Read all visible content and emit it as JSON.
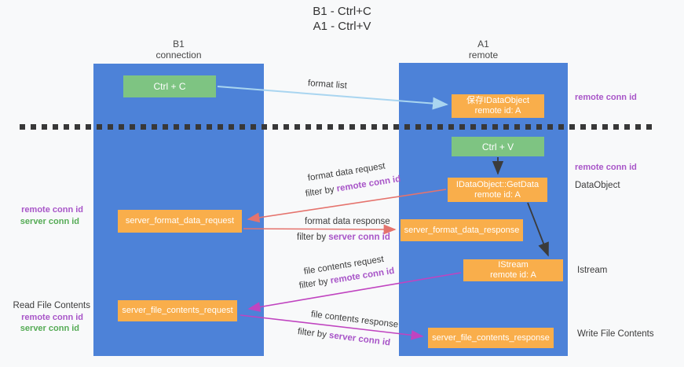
{
  "title": {
    "line1": "B1 - Ctrl+C",
    "line2": "A1 - Ctrl+V"
  },
  "columns": {
    "left": {
      "name": "B1",
      "role": "connection"
    },
    "right": {
      "name": "A1",
      "role": "remote"
    }
  },
  "boxes": {
    "ctrl_c": {
      "label": "Ctrl + C"
    },
    "save_idataobject": {
      "line1": "保存IDataObject",
      "line2": "remote id: A"
    },
    "ctrl_v": {
      "label": "Ctrl + V"
    },
    "getdata": {
      "line1": "IDataObject::GetData",
      "line2": "remote id: A"
    },
    "format_request": {
      "label": "server_format_data_request"
    },
    "format_response": {
      "label": "server_format_data_response"
    },
    "istream": {
      "line1": "IStream",
      "line2": "remote id: A"
    },
    "file_request": {
      "label": "server_file_contents_request"
    },
    "file_response": {
      "label": "server_file_contents_response"
    }
  },
  "arrow_labels": {
    "format_list": "format list",
    "format_data_request": {
      "title": "format data request",
      "filter_prefix": "filter by ",
      "filter_key": "remote conn id"
    },
    "format_data_response": {
      "title": "format data response",
      "filter_prefix": "filter by ",
      "filter_key": "server conn id"
    },
    "file_contents_request": {
      "title": "file contents request",
      "filter_prefix": "filter by ",
      "filter_key": "remote conn id"
    },
    "file_contents_response": {
      "title": "file contents response",
      "filter_prefix": "filter by ",
      "filter_key": "server conn id"
    }
  },
  "side_labels": {
    "right_remote_conn_top": "remote conn id",
    "right_remote_conn_mid": "remote conn id",
    "right_dataobject": "DataObject",
    "right_istream": "Istream",
    "right_write_file": "Write File Contents",
    "left_remote_conn_top": "remote conn id",
    "left_server_conn_top": "server conn id",
    "left_read_file": "Read File Contents",
    "left_remote_conn_bottom": "remote conn id",
    "left_server_conn_bottom": "server conn id"
  },
  "colors": {
    "background": "#f8f9fa",
    "column_blue": "#4d82d8",
    "box_green": "#7ec482",
    "box_orange": "#f9ae4b",
    "label_purple": "#a855c8",
    "label_green": "#55ab55",
    "arrow_light_blue": "#a9d5f0",
    "arrow_red": "#e5736d",
    "arrow_magenta": "#c044c0",
    "arrow_black": "#3b3b3b",
    "dash_line": "#383838"
  }
}
